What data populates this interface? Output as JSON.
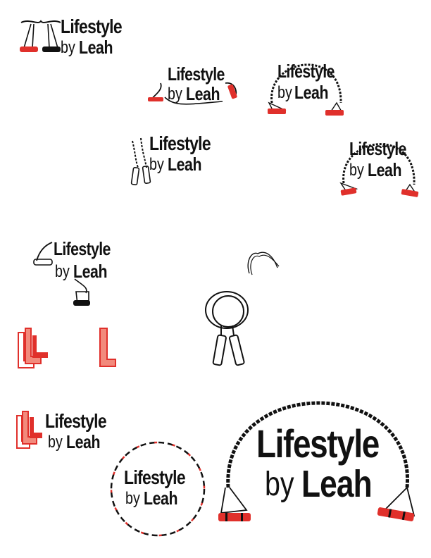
{
  "brand": {
    "line1": "Lifestyle",
    "word_by": "by",
    "word_name": "Leah"
  },
  "colors": {
    "ink": "#111111",
    "accent": "#e0302b",
    "accent_light": "#f28a7c"
  },
  "icons": [
    "resistance-band-icon",
    "jump-rope-icon",
    "rope-handles-icon",
    "stacked-l-icon"
  ]
}
